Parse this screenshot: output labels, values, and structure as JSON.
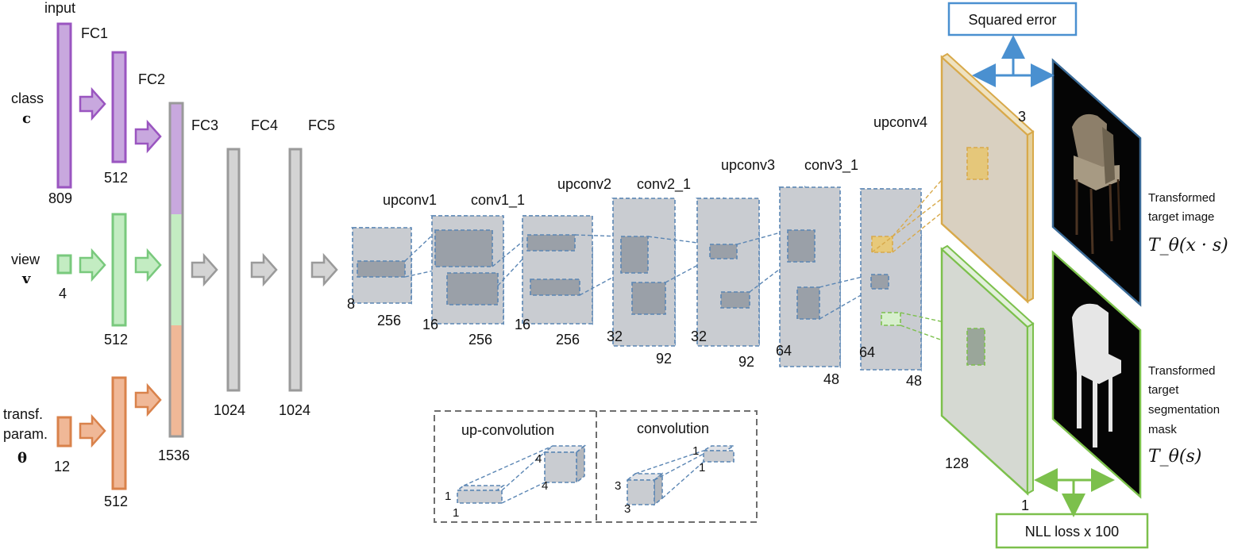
{
  "inputs": {
    "input_label": "input",
    "class_label": "class",
    "class_symbol": "c",
    "class_size": "809",
    "view_label": "view",
    "view_symbol": "v",
    "view_size": "4",
    "transf_label_line1": "transf.",
    "transf_label_line2": "param.",
    "transf_symbol": "θ",
    "transf_size": "12"
  },
  "fc_layers": {
    "fc1_label": "FC1",
    "fc2_label": "FC2",
    "fc3_label": "FC3",
    "fc4_label": "FC4",
    "fc5_label": "FC5",
    "fc1_size_class": "512",
    "fc1_size_view": "512",
    "fc1_size_transf": "512",
    "fc3_size": "1536",
    "fc4_size": "1024",
    "fc5_size": "1024"
  },
  "conv_layers": {
    "upconv1": "upconv1",
    "conv1_1": "conv1_1",
    "upconv2": "upconv2",
    "conv2_1": "conv2_1",
    "upconv3": "upconv3",
    "conv3_1": "conv3_1",
    "upconv4": "upconv4",
    "b1_channels": "8",
    "b1_size": "256",
    "b2_channels": "16",
    "b2_size": "256",
    "b3_channels": "16",
    "b3_size": "256",
    "b4_channels": "32",
    "b4_size": "92",
    "b5_channels": "32",
    "b5_size": "92",
    "b6_channels": "64",
    "b6_size": "48",
    "b7_channels": "64",
    "b7_size": "48",
    "out_image_channels": "3",
    "out_mask_size": "128",
    "out_mask_channels": "1"
  },
  "legend": {
    "upconv_title": "up-convolution",
    "conv_title": "convolution",
    "up_small_h": "1",
    "up_small_d": "1",
    "up_big_h": "4",
    "up_big_d": "4",
    "conv_big_h": "3",
    "conv_big_d": "3",
    "conv_small_h": "1",
    "conv_small_d": "1"
  },
  "outputs": {
    "squared_error": "Squared error",
    "nll_loss": "NLL loss x 100",
    "image_label_line1": "Transformed",
    "image_label_line2": "target image",
    "image_formula": "T_θ(x · s)",
    "mask_label_line1": "Transformed",
    "mask_label_line2": "target",
    "mask_label_line3": "segmentation",
    "mask_label_line4": "mask",
    "mask_formula": "T_θ(s)"
  },
  "colors": {
    "purple_stroke": "#9a55c0",
    "purple_fill": "#c8a8de",
    "green_stroke": "#79c97d",
    "green_fill": "#c3ecc2",
    "orange_stroke": "#d9824b",
    "orange_fill": "#f0b897",
    "gray_stroke": "#9a9a9a",
    "gray_fill": "#d4d4d4",
    "block_face": "#c9ccd1",
    "block_dark": "#9aa0a8",
    "gold": "#d8a94a",
    "blue_box": "#4a90d0",
    "green_box": "#7cc04c"
  }
}
